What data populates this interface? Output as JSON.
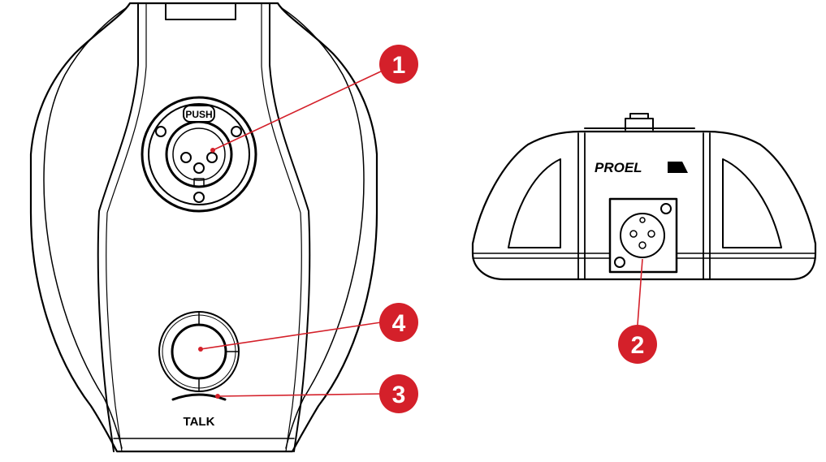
{
  "front_view": {
    "connector_label": "PUSH",
    "button_label": "TALK"
  },
  "rear_view": {
    "brand": "PROEL"
  },
  "callouts": [
    {
      "number": "1",
      "target": "XLR connector"
    },
    {
      "number": "2",
      "target": "XLR output connector"
    },
    {
      "number": "3",
      "target": "TALK indicator"
    },
    {
      "number": "4",
      "target": "TALK button"
    }
  ],
  "colors": {
    "callout": "#d4202a",
    "line": "#000000",
    "background": "#ffffff"
  }
}
